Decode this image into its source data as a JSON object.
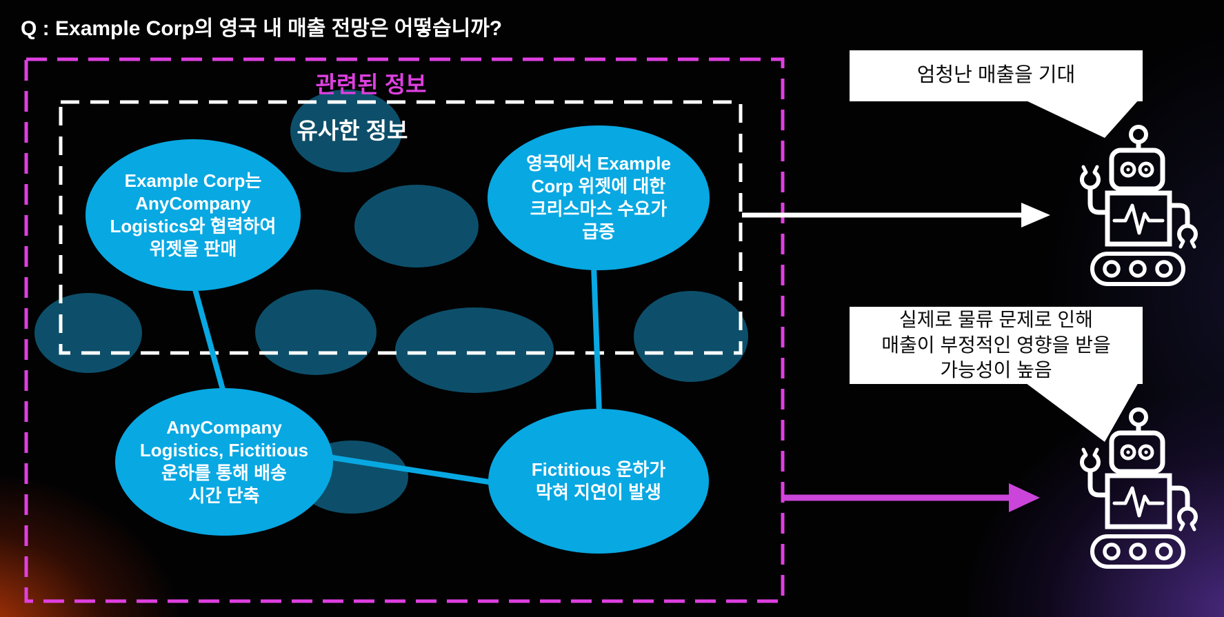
{
  "title": "Q : Example Corp의 영국 내 매출 전망은 어떻습니까?",
  "groups": {
    "related": {
      "label": "관련된 정보",
      "color": "#de40e0"
    },
    "similar": {
      "label": "유사한 정보",
      "color": "#ffffff"
    }
  },
  "graph": {
    "nodes": [
      {
        "id": "partnership",
        "label": "Example Corp는\nAnyCompany\nLogistics와 협력하여\n위젯을 판매"
      },
      {
        "id": "xmas-demand",
        "label": "영국에서 Example\nCorp 위젯에 대한\n크리스마스 수요가\n급증"
      },
      {
        "id": "canal-shipping",
        "label": "AnyCompany\nLogistics, Fictitious\n운하를 통해 배송\n시간 단축"
      },
      {
        "id": "canal-blocked",
        "label": "Fictitious 운하가\n막혀 지연이 발생"
      }
    ],
    "edges": [
      [
        "partnership",
        "canal-shipping"
      ],
      [
        "xmas-demand",
        "canal-blocked"
      ],
      [
        "canal-shipping",
        "canal-blocked"
      ]
    ],
    "unlabeled_node_count": 7
  },
  "callouts": [
    {
      "speaker": "robot-1",
      "icon": "robot-icon",
      "arrow_color": "#ffffff",
      "text": "엄청난 매출을 기대"
    },
    {
      "speaker": "robot-2",
      "icon": "robot-icon",
      "arrow_color": "#cb45da",
      "text": "실제로 물류 문제로 인해\n매출이 부정적인 영향을 받을\n가능성이 높음"
    }
  ],
  "colors": {
    "node_blue": "#08a8e2",
    "dim_node_teal": "#0d4f6a",
    "related_box_magenta": "#de40e0",
    "similar_box_white": "#ffffff",
    "background": "#020203"
  }
}
